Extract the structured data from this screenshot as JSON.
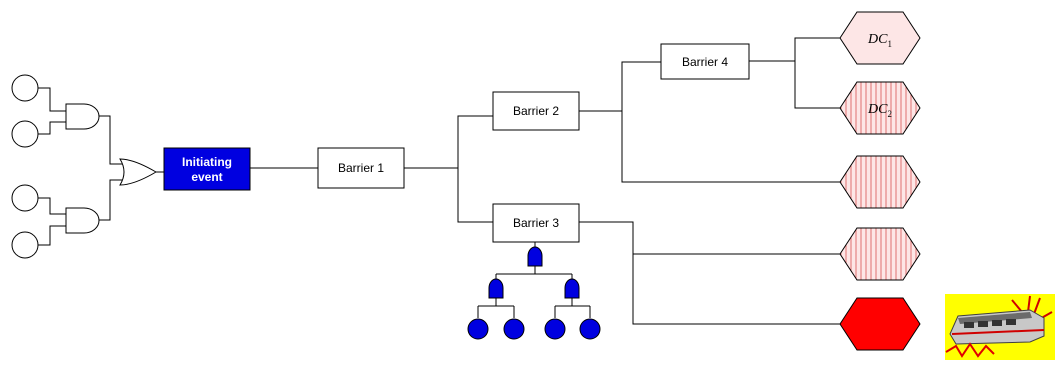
{
  "initiating_event": {
    "line1": "Initiating",
    "line2": "event"
  },
  "barriers": {
    "b1": "Barrier 1",
    "b2": "Barrier 2",
    "b3": "Barrier 3",
    "b4": "Barrier 4"
  },
  "consequences": {
    "dc1": {
      "main": "DC",
      "sub": "1"
    },
    "dc2": {
      "main": "DC",
      "sub": "2"
    }
  },
  "colors": {
    "initiating_event_fill": "#0000e0",
    "fault_tree_fill": "#0000e0",
    "consequence_light_fill": "#fde6e6",
    "consequence_stripe": "#e07070",
    "consequence_severe_fill": "#ff0000",
    "train_background": "#ffff00"
  },
  "icons": {
    "accident": "train-crash-icon"
  }
}
